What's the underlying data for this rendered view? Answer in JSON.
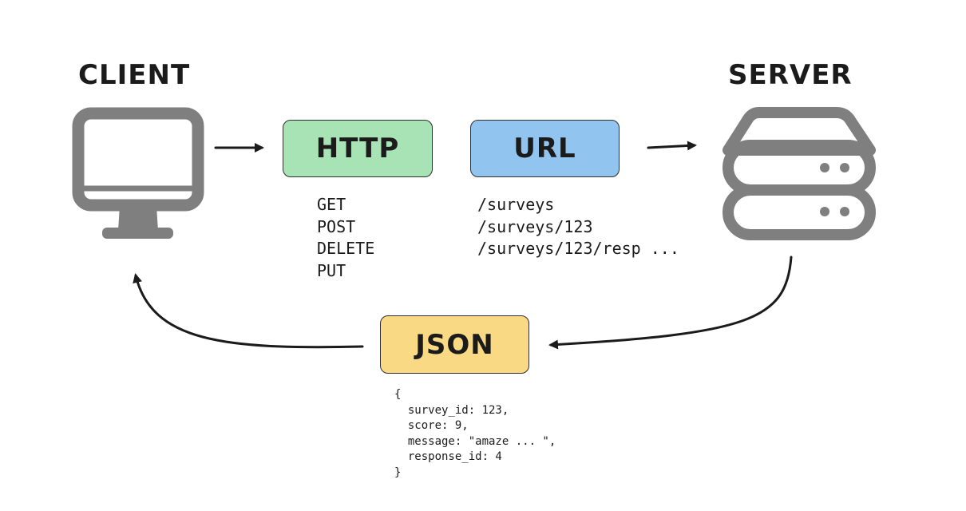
{
  "client": {
    "label": "CLIENT"
  },
  "server": {
    "label": "SERVER"
  },
  "http": {
    "label": "HTTP",
    "methods": [
      "GET",
      "POST",
      "DELETE",
      "PUT"
    ]
  },
  "url": {
    "label": "URL",
    "paths": [
      "/surveys",
      "/surveys/123",
      "/surveys/123/resp ..."
    ]
  },
  "json": {
    "label": "JSON",
    "code_lines": [
      "{",
      "  survey_id: 123,",
      "  score: 9,",
      "  message: \"amaze ... \",",
      "  response_id: 4",
      "}"
    ]
  },
  "colors": {
    "http_box": "#a7e3b5",
    "url_box": "#92c4f0",
    "json_box": "#f9d984",
    "icon_gray": "#7f7f7f",
    "arrow": "#1b1b1b"
  },
  "icons": {
    "client": "monitor-icon",
    "server": "server-stack-icon"
  }
}
